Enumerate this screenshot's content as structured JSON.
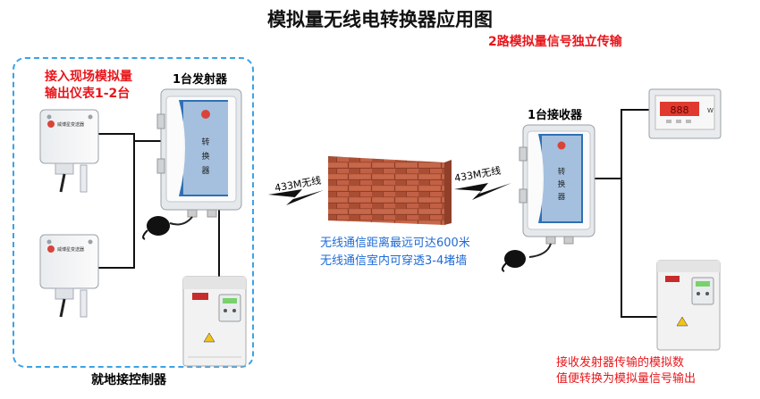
{
  "title": "模拟量无线电转换器应用图",
  "subtitle": "2路模拟量信号独立传输",
  "input_note": [
    "接入现场模拟量",
    "输出仪表1-2台"
  ],
  "transmitter_label": "1台发射器",
  "receiver_label": "1台接收器",
  "freq_left": "433M无线",
  "freq_right": "433M无线",
  "wireless_note": [
    "无线通信距离最远可达600米",
    "无线通信室内可穿透3-4堵墙"
  ],
  "local_control_label": "就地接控制器",
  "output_note": [
    "接收发射器传输的模拟数",
    "值便转换为模拟量信号输出"
  ],
  "device_text": {
    "converter_line1": "转",
    "converter_line2": "换",
    "converter_line3": "器",
    "sensor_brand": "威博星变送器",
    "meter_unit": "W"
  },
  "colors": {
    "red": "#e8161b",
    "blue": "#1f6bd6",
    "dash": "#3aa3e6",
    "brick": "#b5533a"
  }
}
